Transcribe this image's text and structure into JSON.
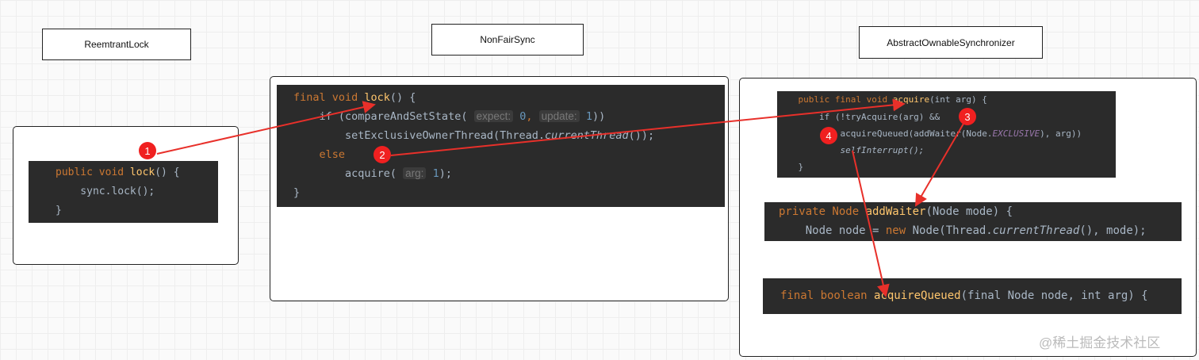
{
  "labels": {
    "reentrant": "ReemtrantLock",
    "nonfair": "NonFairSync",
    "aos": "AbstractOwnableSynchronizer"
  },
  "code1": {
    "l1a": "public void ",
    "l1b": "lock",
    "l1c": "() {",
    "l2": "    sync.lock();",
    "l3": "}"
  },
  "code2": {
    "l1a": "final void ",
    "l1b": "lock",
    "l1c": "() {",
    "l2a": "    if (compareAndSetState( ",
    "l2h1": "expect:",
    "l2v1": " 0",
    "l2b": ", ",
    "l2h2": "update:",
    "l2v2": " 1",
    "l2c": "))",
    "l3a": "        setExclusiveOwnerThread(Thread.",
    "l3b": "currentThread",
    "l3c": "());",
    "l4": "    else",
    "l5a": "        acquire( ",
    "l5h": "arg:",
    "l5v": " 1",
    "l5c": ");",
    "l6": "}"
  },
  "code3": {
    "l1a": "    public final void ",
    "l1b": "acquire",
    "l1c": "(int arg) {",
    "l2": "        if (!tryAcquire(arg) &&",
    "l3a": "            acquireQueued(addWaiter(Node.",
    "l3b": "EXCLUSIVE",
    "l3c": "), arg))",
    "l4": "            selfInterrupt();",
    "l5": "    }"
  },
  "code4": {
    "l1a": "private Node ",
    "l1b": "addWaiter",
    "l1c": "(Node mode) {",
    "l2a": "    Node node = ",
    "l2b": "new",
    "l2c": " Node(Thread.",
    "l2d": "currentThread",
    "l2e": "(), mode);"
  },
  "code5": {
    "l1a": "final boolean ",
    "l1b": "acquireQueued",
    "l1c": "(final Node node, int arg) {"
  },
  "markers": [
    "1",
    "2",
    "3",
    "4"
  ],
  "watermark": "@稀土掘金技术社区",
  "colors": {
    "arrow": "#e8302a",
    "marker": "#f02020",
    "code_bg": "#2b2b2b"
  }
}
